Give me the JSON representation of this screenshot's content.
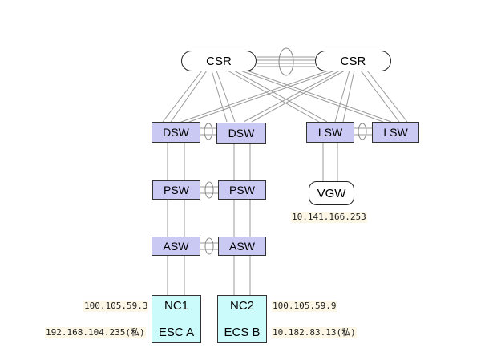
{
  "nodes": {
    "csr1": "CSR",
    "csr2": "CSR",
    "dsw1": "DSW",
    "dsw2": "DSW",
    "lsw1": "LSW",
    "lsw2": "LSW",
    "vgw": "VGW",
    "psw1": "PSW",
    "psw2": "PSW",
    "asw1": "ASW",
    "asw2": "ASW"
  },
  "hosts": {
    "nc1": {
      "name": "NC1",
      "label": "ESC A",
      "ip": "100.105.59.3",
      "private_ip": "192.168.104.235(私)"
    },
    "nc2": {
      "name": "NC2",
      "label": "ECS B",
      "ip": "100.105.59.9",
      "private_ip": "10.182.83.13(私)"
    }
  },
  "vgw_ip": "10.141.166.253",
  "colors": {
    "switch_fill": "#c9c9f3",
    "host_fill": "#ccfbfb",
    "ip_highlight": "#fbf6e6",
    "wire": "#999999"
  }
}
